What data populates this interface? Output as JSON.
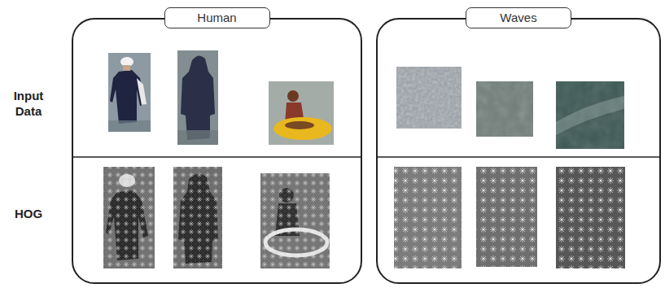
{
  "diagram": {
    "nodes": [
      {
        "text": [
          "Human"
        ]
      },
      {
        "text": [
          "Waves"
        ]
      }
    ],
    "labels": [
      "Input Data",
      "HOG"
    ]
  }
}
